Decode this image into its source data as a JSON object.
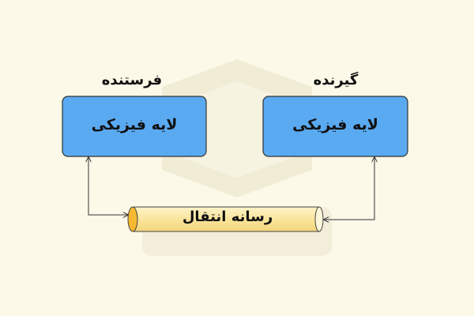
{
  "sender": {
    "role": "فرستنده",
    "layer": "لایه فیزیکی"
  },
  "receiver": {
    "role": "گیرنده",
    "layer": "لایه فیزیکی"
  },
  "medium": {
    "label": "رسانه انتقال"
  },
  "colors": {
    "background": "#fcf9e8",
    "box_fill": "#5aaaf2",
    "box_stroke": "#333333",
    "pipe_fill": "#fbe9a6",
    "pipe_end": "#f5b830",
    "watermark": "#f1ecd6"
  }
}
